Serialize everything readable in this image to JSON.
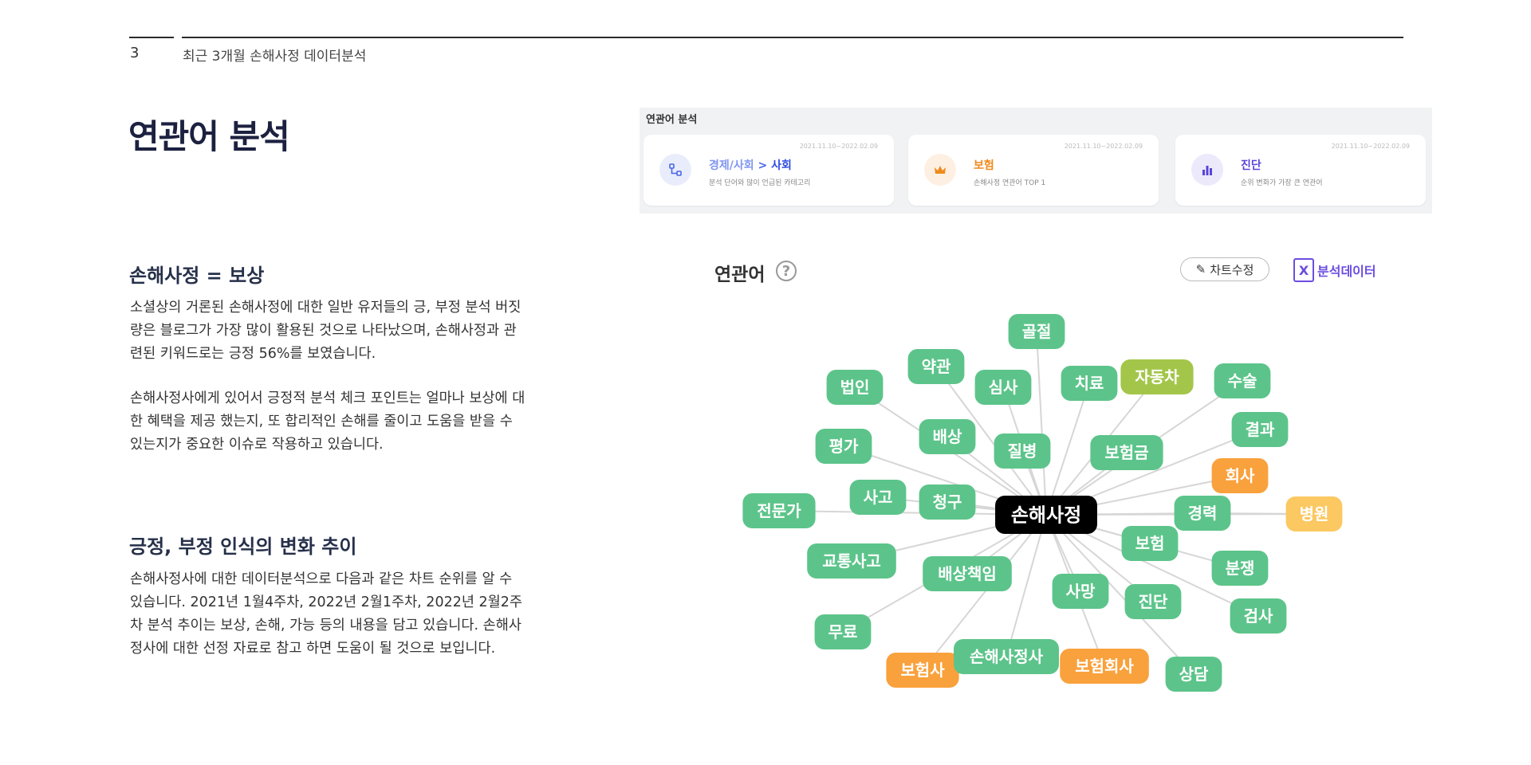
{
  "header": {
    "page_number": "3",
    "subtitle": "최근 3개월 손해사정 데이터분석"
  },
  "main_title": "연관어 분석",
  "sections": [
    {
      "title": "손해사정 = 보상",
      "paragraphs": [
        "소셜상의 거론된 손해사정에 대한 일반 유저들의 긍, 부정 분석 버짓량은 블로그가 가장 많이 활용된 것으로 나타났으며, 손해사정과 관련된 키워드로는 긍정 56%를 보였습니다.",
        "손해사정사에게 있어서 긍정적 분석 체크 포인트는 얼마나 보상에 대한 혜택을 제공 했는지, 또 합리적인 손해를 줄이고 도움을 받을 수 있는지가 중요한 이슈로 작용하고 있습니다."
      ]
    },
    {
      "title": "긍정, 부정 인식의 변화 추이",
      "paragraphs": [
        "손해사정사에 대한 데이터분석으로 다음과 같은 차트 순위를 알 수 있습니다. 2021년 1월4주차, 2022년 2월1주차, 2022년 2월2주차 분석 추이는 보상, 손해, 가능 등의 내용을 담고 있습니다. 손해사정사에 대한 선정 자료로 참고 하면 도움이 될 것으로 보입니다."
      ]
    }
  ],
  "summary_panel": {
    "title": "연관어 분석",
    "cards": [
      {
        "date": "2021.11.10~2022.02.09",
        "title_prefix": "경제/사회",
        "title_sep": " > ",
        "title_main": "사회",
        "desc": "분석 단어와 많이 언급된 카테고리",
        "icon": "hierarchy-icon",
        "accent": "#4a67e8"
      },
      {
        "date": "2021.11.10~2022.02.09",
        "title_prefix": "",
        "title_sep": "",
        "title_main": "보험",
        "desc": "손해사정 연관어 TOP 1",
        "icon": "crown-icon",
        "accent": "#f08a1c"
      },
      {
        "date": "2021.11.10~2022.02.09",
        "title_prefix": "",
        "title_sep": "",
        "title_main": "진단",
        "desc": "순위 변화가 가장 큰 연관어",
        "icon": "bar-chart-icon",
        "accent": "#5a44d8"
      }
    ]
  },
  "network": {
    "title": "연관어",
    "edit_label": "차트수정",
    "data_label": "분석데이터",
    "center": "손해사정",
    "colors": {
      "center": "#000000",
      "green": "#5cc48a",
      "orange": "#f9a13c",
      "lightorange": "#fcc862",
      "olive": "#a3c64a"
    },
    "nodes": [
      {
        "label": "골절",
        "color": "green"
      },
      {
        "label": "약관",
        "color": "green"
      },
      {
        "label": "법인",
        "color": "green"
      },
      {
        "label": "심사",
        "color": "green"
      },
      {
        "label": "치료",
        "color": "green"
      },
      {
        "label": "자동차",
        "color": "olive"
      },
      {
        "label": "수술",
        "color": "green"
      },
      {
        "label": "결과",
        "color": "green"
      },
      {
        "label": "평가",
        "color": "green"
      },
      {
        "label": "배상",
        "color": "green"
      },
      {
        "label": "질병",
        "color": "green"
      },
      {
        "label": "보험금",
        "color": "green"
      },
      {
        "label": "회사",
        "color": "orange"
      },
      {
        "label": "사고",
        "color": "green"
      },
      {
        "label": "청구",
        "color": "green"
      },
      {
        "label": "전문가",
        "color": "green"
      },
      {
        "label": "경력",
        "color": "green"
      },
      {
        "label": "병원",
        "color": "lightorange"
      },
      {
        "label": "보험",
        "color": "green"
      },
      {
        "label": "교통사고",
        "color": "green"
      },
      {
        "label": "배상책임",
        "color": "green"
      },
      {
        "label": "분쟁",
        "color": "green"
      },
      {
        "label": "사망",
        "color": "green"
      },
      {
        "label": "진단",
        "color": "green"
      },
      {
        "label": "검사",
        "color": "green"
      },
      {
        "label": "무료",
        "color": "green"
      },
      {
        "label": "보험사",
        "color": "orange"
      },
      {
        "label": "손해사정사",
        "color": "green"
      },
      {
        "label": "보험회사",
        "color": "orange"
      },
      {
        "label": "상담",
        "color": "green"
      }
    ]
  }
}
